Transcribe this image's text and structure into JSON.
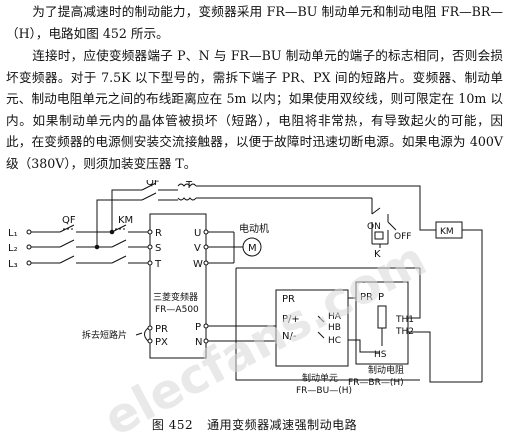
{
  "paragraphs": [
    "为了提高减速时的制动能力，变频器采用 FR—BU 制动单元和制动电阻 FR—BR—（H），电路如图 452 所示。",
    "连接时，应使变频器端子 P、N 与 FR—BU 制动单元的端子的标志相同，否则会损坏变频器。对于 7.5K 以下型号的，需拆下端子 PR、PX 间的短路片。变频器、制动单元、制动电阻单元之间的布线距离应在 5m 以内；如果使用双绞线，则可限定在 10m 以内。如果制动单元内的晶体管被损坏（短路），电阻将非常热，有导致起火的可能，因此，在变频器的电源侧安装交流接触器，以便于故障时迅速切断电源。如果电源为 400V 级（380V），则须加装变压器 T。"
  ],
  "caption": {
    "number": "图 452",
    "title": "通用变频器减速强制动电路"
  },
  "watermark": "elecfans.com",
  "diagram": {
    "lines": {
      "l1": "L₁",
      "l2": "L₂",
      "l3": "L₃"
    },
    "breaker_left": "QF",
    "breaker_top": "QF",
    "transformer": "T",
    "contactor": "KM",
    "coil": "KM",
    "inverter": {
      "terminals_in": [
        "R",
        "S",
        "T"
      ],
      "terminals_out": [
        "U",
        "V",
        "W"
      ],
      "name_line1": "三菱变频器",
      "name_line2": "FR—A500",
      "pr": "PR",
      "px": "PX",
      "p": "P",
      "n": "N"
    },
    "motor_label": "电动机",
    "motor_symbol": "M",
    "jumper_label": "拆去短路片",
    "switch_on": "ON",
    "switch_off": "OFF",
    "relay_k": "K",
    "brake_unit": {
      "pr": "PR",
      "p_plus": "P/+",
      "n_minus": "N/-",
      "ha": "HA",
      "hb": "HB",
      "hc": "HC",
      "name_line1": "制动单元",
      "name_line2": "FR—BU—(H)"
    },
    "resistor": {
      "pr": "PR",
      "p": "P",
      "th1": "TH1",
      "th2": "TH2",
      "hs": "HS",
      "name_line1": "制动电阻",
      "name_line2": "FR—BR—(H)"
    }
  }
}
